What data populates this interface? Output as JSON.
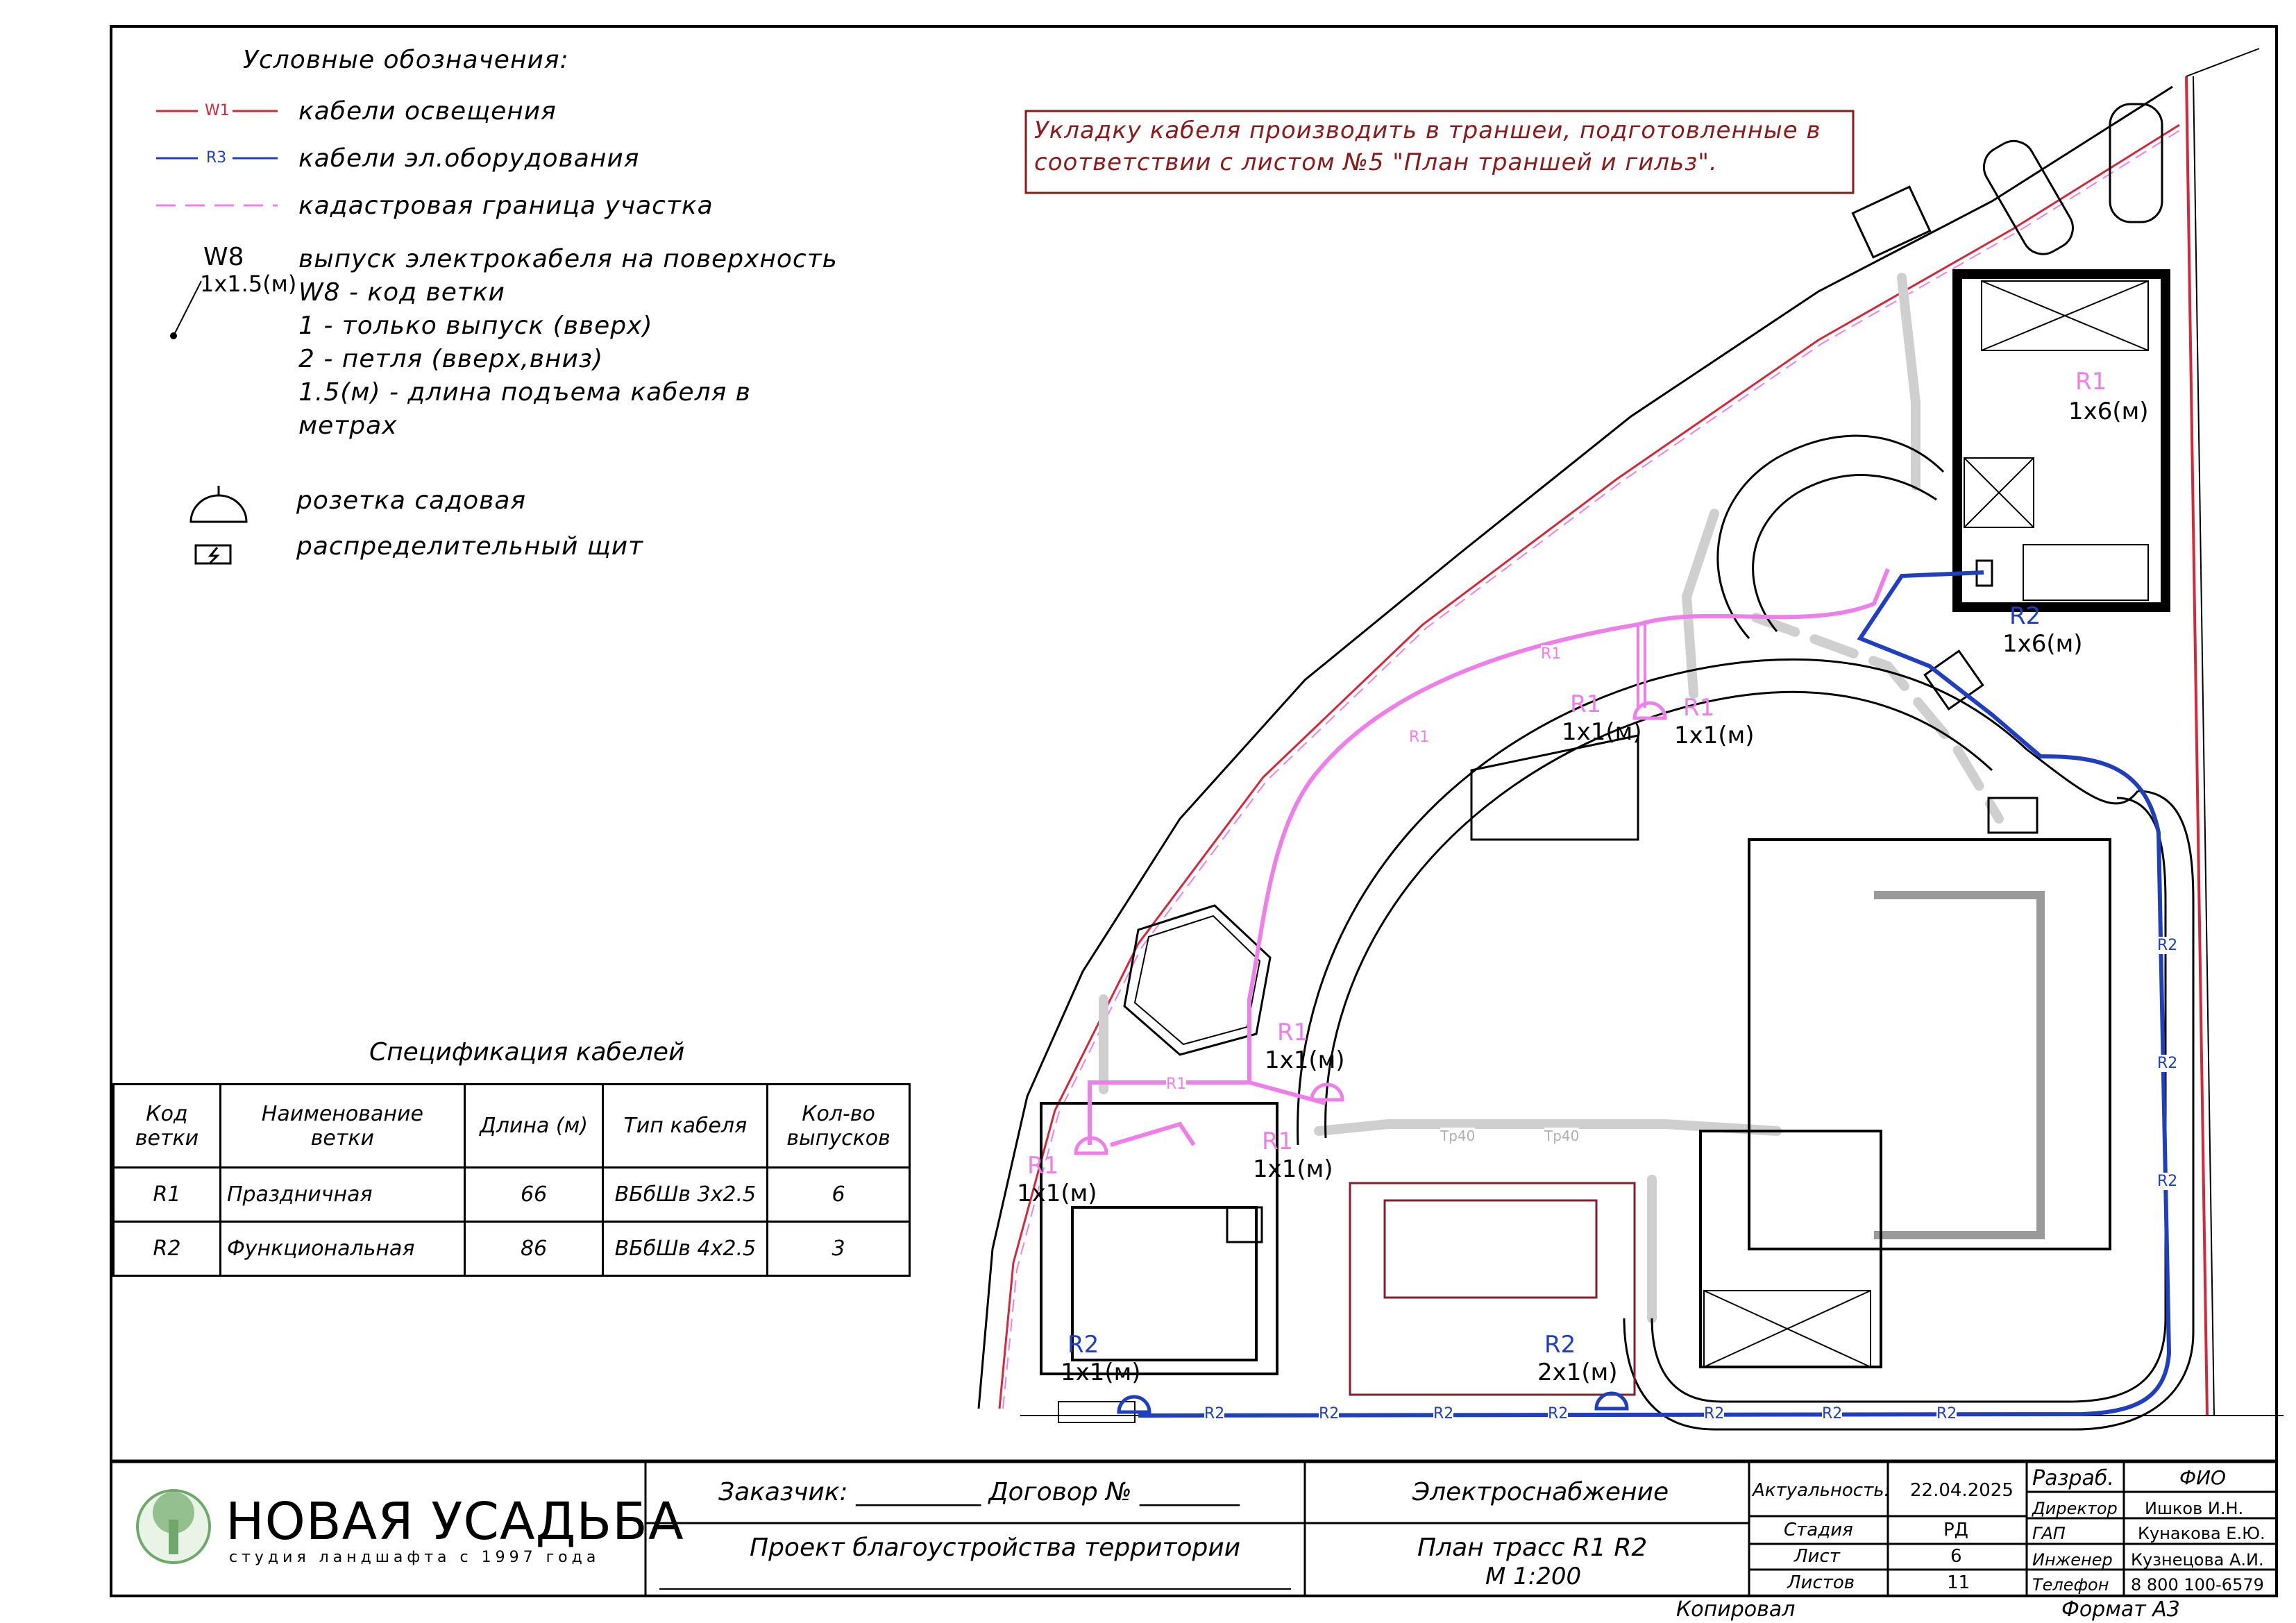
{
  "colors": {
    "lighting_cable": "#d4273a",
    "equipment_cable": "#1f3fbf",
    "cadastral_border": "#ef7fe8",
    "r1_route": "#ef7fe8",
    "r2_route": "#1f3fbf",
    "trench": "#cfcfcf",
    "note_text": "#8b1a1a",
    "logo_green": "#6fa86a"
  },
  "legend": {
    "title": "Условные обозначения:",
    "items": [
      {
        "sample": "W1",
        "text": "кабели освещения"
      },
      {
        "sample": "R3",
        "text": "кабели эл.оборудования"
      },
      {
        "sample": "",
        "text": "кадастровая граница участка"
      }
    ],
    "outlet_example": {
      "code": "W8",
      "size": "1x1.5(м)",
      "lines": [
        "выпуск электрокабеля на поверхность",
        "W8 - код ветки",
        "1 - только выпуск (вверх)",
        "2 - петля (вверх,вниз)",
        "1.5(м) - длина подъема кабеля в",
        "метрах"
      ]
    },
    "socket": "розетка садовая",
    "panel": "распределительный щит",
    "panel_icon": "lightning-icon"
  },
  "note": "Укладку кабеля производить в траншеи, подготовленные в соответствии с листом №5 \"План траншей и гильз\".",
  "spec": {
    "title": "Спецификация кабелей",
    "headers": [
      "Код ветки",
      "Наименование ветки",
      "Длина (м)",
      "Тип кабеля",
      "Кол-во выпусков"
    ],
    "rows": [
      [
        "R1",
        "Праздничная",
        "66",
        "ВБбШв 3х2.5",
        "6"
      ],
      [
        "R2",
        "Функциональная",
        "86",
        "ВБбШв 4х2.5",
        "3"
      ]
    ]
  },
  "plan_labels": {
    "r1_house": {
      "code": "R1",
      "size": "1x6(м)"
    },
    "r2_house": {
      "code": "R2",
      "size": "1x6(м)"
    },
    "r1_top_left": {
      "code": "R1",
      "size": "1x1(м)"
    },
    "r1_top_right": {
      "code": "R1",
      "size": "1x1(м)"
    },
    "r1_mid": {
      "code": "R1",
      "size": "1x1(м)"
    },
    "r1_lower": {
      "code": "R1",
      "size": "1x1(м)"
    },
    "r1_left": {
      "code": "R1",
      "size": "1x1(м)"
    },
    "r2_left": {
      "code": "R2",
      "size": "1x1(м)"
    },
    "r2_pool": {
      "code": "R2",
      "size": "2x1(м)"
    },
    "route_tag_r1": "R1",
    "route_tag_r2": "R2",
    "trench_tag": "Тр40"
  },
  "title_block": {
    "logo_name": "НОВАЯ УСАДЬБА",
    "logo_sub": "студия ландшафта с 1997 года",
    "customer_label": "Заказчик: __________ Договор № ________",
    "project": "Проект благоустройства территории",
    "section": "Электроснабжение",
    "sheet_title": "План трасс R1 R2",
    "scale": "М 1:200",
    "actuality_label": "Актуальность:",
    "actuality_date": "22.04.2025",
    "stage_label": "Стадия",
    "stage": "РД",
    "sheet_label": "Лист",
    "sheet_no": "6",
    "sheets_label": "Листов",
    "sheets_total": "11",
    "staff": [
      [
        "Разраб.",
        "ФИО"
      ],
      [
        "Директор",
        "Ишков И.Н."
      ],
      [
        "ГАП",
        "Кунакова Е.Ю."
      ],
      [
        "Инженер",
        "Кузнецова А.И."
      ],
      [
        "Телефон",
        "8 800 100-6579"
      ]
    ],
    "copied": "Копировал",
    "format": "Формат А3"
  }
}
